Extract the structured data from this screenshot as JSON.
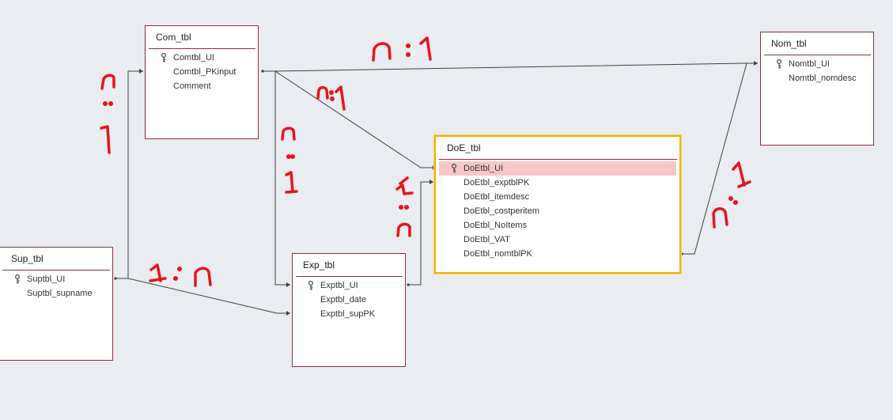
{
  "tables": {
    "com": {
      "title": "Com_tbl",
      "fields": [
        "Comtbl_UI",
        "Comtbl_PKinput",
        "Comment"
      ]
    },
    "nom": {
      "title": "Nom_tbl",
      "fields": [
        "Nomtbl_UI",
        "Nomtbl_nomdesc"
      ]
    },
    "doe": {
      "title": "DoE_tbl",
      "fields": [
        "DoEtbl_UI",
        "DoEtbl_exptblPK",
        "DoEtbl_itemdesc",
        "DoEtbl_costperitem",
        "DoEtbl_NoItems",
        "DoEtbl_VAT",
        "DoEtbl_nomtblPK"
      ]
    },
    "sup": {
      "title": "Sup_tbl",
      "fields": [
        "Suptbl_UI",
        "Suptbl_supname"
      ]
    },
    "exp": {
      "title": "Exp_tbl",
      "fields": [
        "Exptbl_UI",
        "Exptbl_date",
        "Exptbl_supPK"
      ]
    }
  },
  "colors": {
    "relationship_line": "#404040",
    "table_border": "#8f2f3a",
    "selection": "#f0b400",
    "annotation_ink": "#e8141b",
    "key_row_highlight": "#f9c6c6"
  }
}
